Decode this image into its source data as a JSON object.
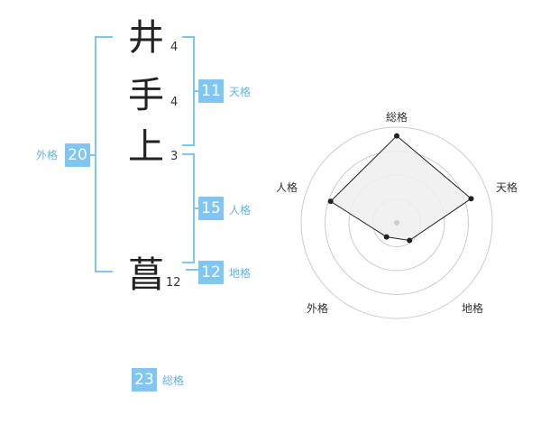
{
  "name": {
    "chars": [
      {
        "char": "井",
        "strokes": "4"
      },
      {
        "char": "手",
        "strokes": "4"
      },
      {
        "char": "上",
        "strokes": "3"
      },
      {
        "char": "菖",
        "strokes": "12"
      }
    ]
  },
  "fortune": {
    "tenkaku": {
      "value": "11",
      "label": "天格"
    },
    "jinkaku": {
      "value": "15",
      "label": "人格"
    },
    "chikaku": {
      "value": "12",
      "label": "地格"
    },
    "gaikaku": {
      "value": "20",
      "label": "外格"
    },
    "soukaku": {
      "value": "23",
      "label": "総格"
    }
  },
  "radar": {
    "axes": [
      "総格",
      "天格",
      "地格",
      "外格",
      "人格"
    ],
    "levels": 4,
    "values": [
      4,
      3.6,
      1.0,
      0.8,
      3.2
    ],
    "max": 4.4,
    "colors": {
      "fill": "#eeeeee",
      "line": "#222222",
      "grid": "#cccccc",
      "center": "#cccccc"
    }
  }
}
